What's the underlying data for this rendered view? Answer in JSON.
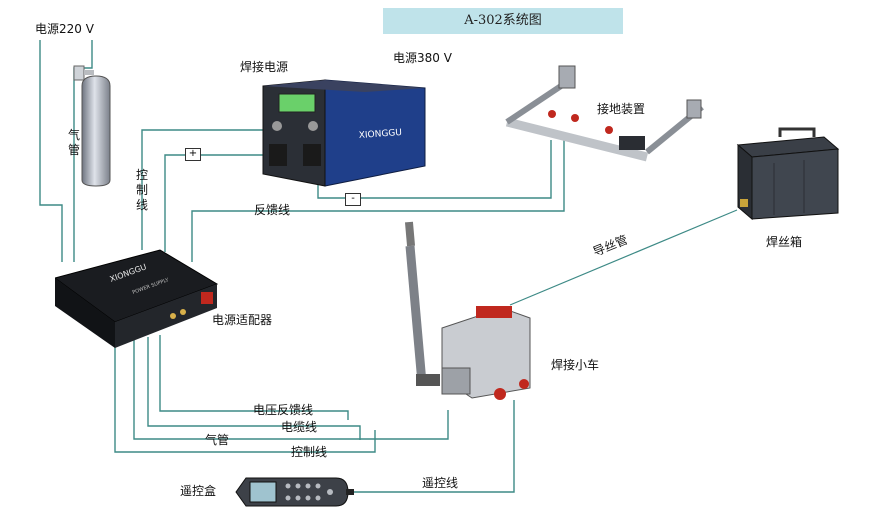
{
  "title": "A-302系统图",
  "labels": {
    "power220": "电源220 V",
    "gas_pipe_top": "气管",
    "control_wire_top": "控制线",
    "welding_power": "焊接电源",
    "power380": "电源380 V",
    "ground_device": "接地装置",
    "feedback_wire": "反馈线",
    "wire_box": "焊丝箱",
    "wire_guide_tube": "导丝管",
    "power_adapter": "电源适配器",
    "welding_carriage": "焊接小车",
    "voltage_feedback": "电压反馈线",
    "cable": "电缆线",
    "gas_pipe_bottom": "气管",
    "control_wire_bottom": "控制线",
    "remote_wire": "遥控线",
    "remote_box": "遥控盒",
    "plus_sign": "+",
    "minus_sign": "-",
    "brand_power": "XIONGGU",
    "brand_adapter": "XIONGGU",
    "adapter_model": "POWER SUPPLY"
  },
  "colors": {
    "title_bg": "#bfe3ea",
    "wire": "#3d8a86",
    "power_unit_blue": "#1f3f8a",
    "red_accent": "#c0281e"
  }
}
